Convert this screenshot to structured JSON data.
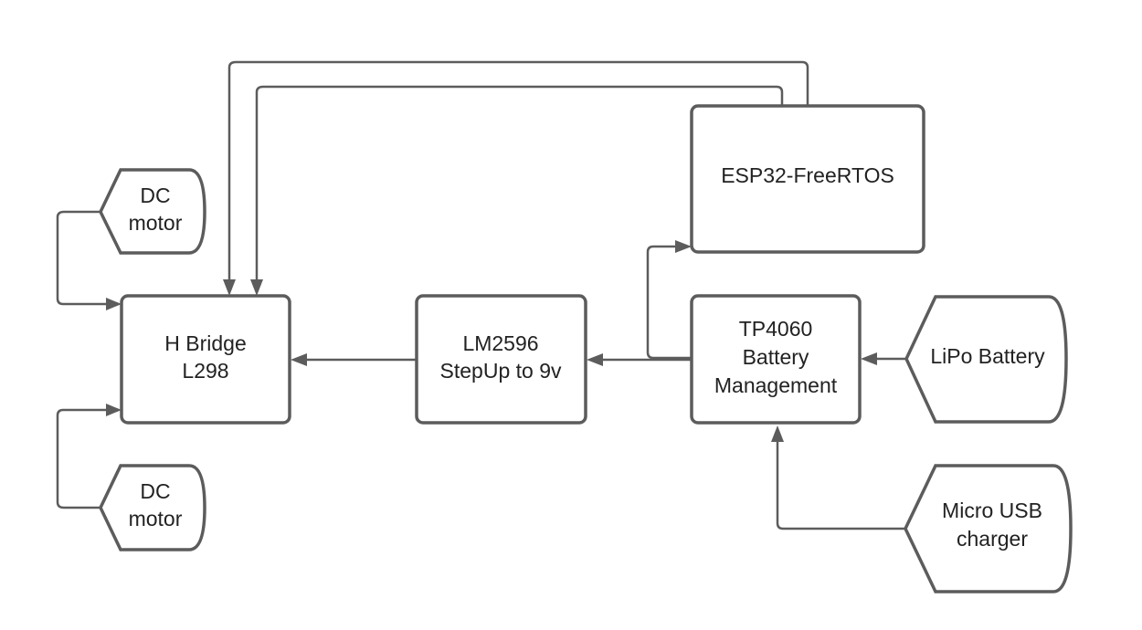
{
  "blocks": {
    "esp32": {
      "line1": "ESP32-FreeRTOS"
    },
    "hbridge": {
      "line1": "H Bridge",
      "line2": "L298"
    },
    "lm2596": {
      "line1": "LM2596",
      "line2": "StepUp to 9v"
    },
    "tp4060": {
      "line1": "TP4060",
      "line2": "Battery",
      "line3": "Management"
    },
    "dc_motor_top": {
      "line1": "DC",
      "line2": "motor"
    },
    "dc_motor_bottom": {
      "line1": "DC",
      "line2": "motor"
    },
    "lipo": {
      "line1": "LiPo Battery"
    },
    "usb": {
      "line1": "Micro USB",
      "line2": "charger"
    }
  },
  "colors": {
    "stroke": "#5c5c5c",
    "text": "#222222",
    "background": "#ffffff"
  }
}
